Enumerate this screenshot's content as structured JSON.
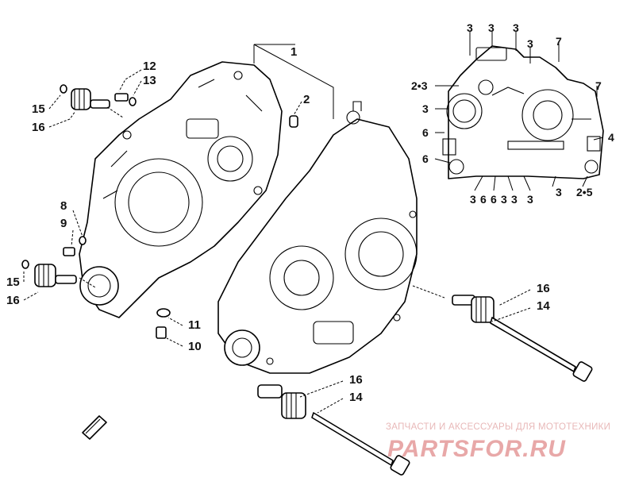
{
  "callouts": {
    "c1": "1",
    "c2": "2",
    "c8": "8",
    "c9": "9",
    "c10": "10",
    "c11": "11",
    "c12": "12",
    "c13": "13",
    "c15a": "15",
    "c16a": "16",
    "c15b": "15",
    "c16b": "16",
    "c16c": "16",
    "c14c": "14",
    "c16d": "16",
    "c14d": "14"
  },
  "inset_callouts": {
    "t1": "3",
    "t2": "3",
    "t3": "3",
    "t4": "3",
    "t5": "7",
    "l1": "2•3",
    "l2": "3",
    "l3": "6",
    "l4": "6",
    "r1": "7",
    "r2": "4",
    "b1": "3",
    "b2": "6",
    "b3": "6",
    "b4": "3",
    "b5": "3",
    "b6": "3",
    "b7": "3",
    "b8": "2•5"
  },
  "watermark": {
    "tagline": "ЗАПЧАСТИ И АКСЕССУАРЫ ДЛЯ МОТОТЕХНИКИ",
    "logo": "PARTSFOR.RU"
  }
}
